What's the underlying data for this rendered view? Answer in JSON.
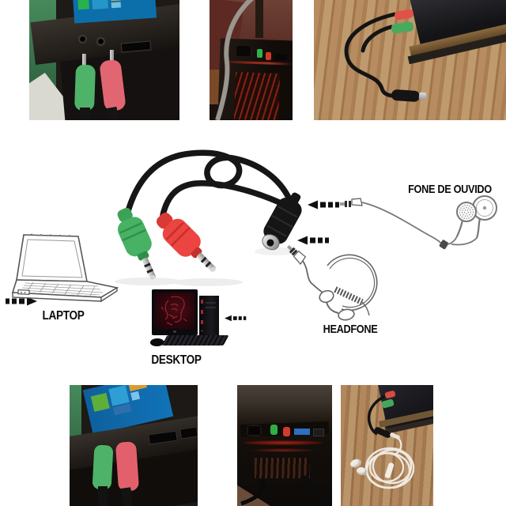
{
  "page": {
    "background_color": "#ffffff",
    "kind": "adapter-product-collage"
  },
  "captions": {
    "headphone_label": "FONE DE OUVIDO",
    "headset_label": "HEADFONE",
    "laptop_label": "LAPTOP",
    "desktop_label": "DESKTOP"
  },
  "adapter": {
    "mic_plug_color": "#45ab5f",
    "headphone_plug_color": "#ec4440",
    "cable_color": "#161616",
    "metal_color": "#b9b9b9"
  }
}
